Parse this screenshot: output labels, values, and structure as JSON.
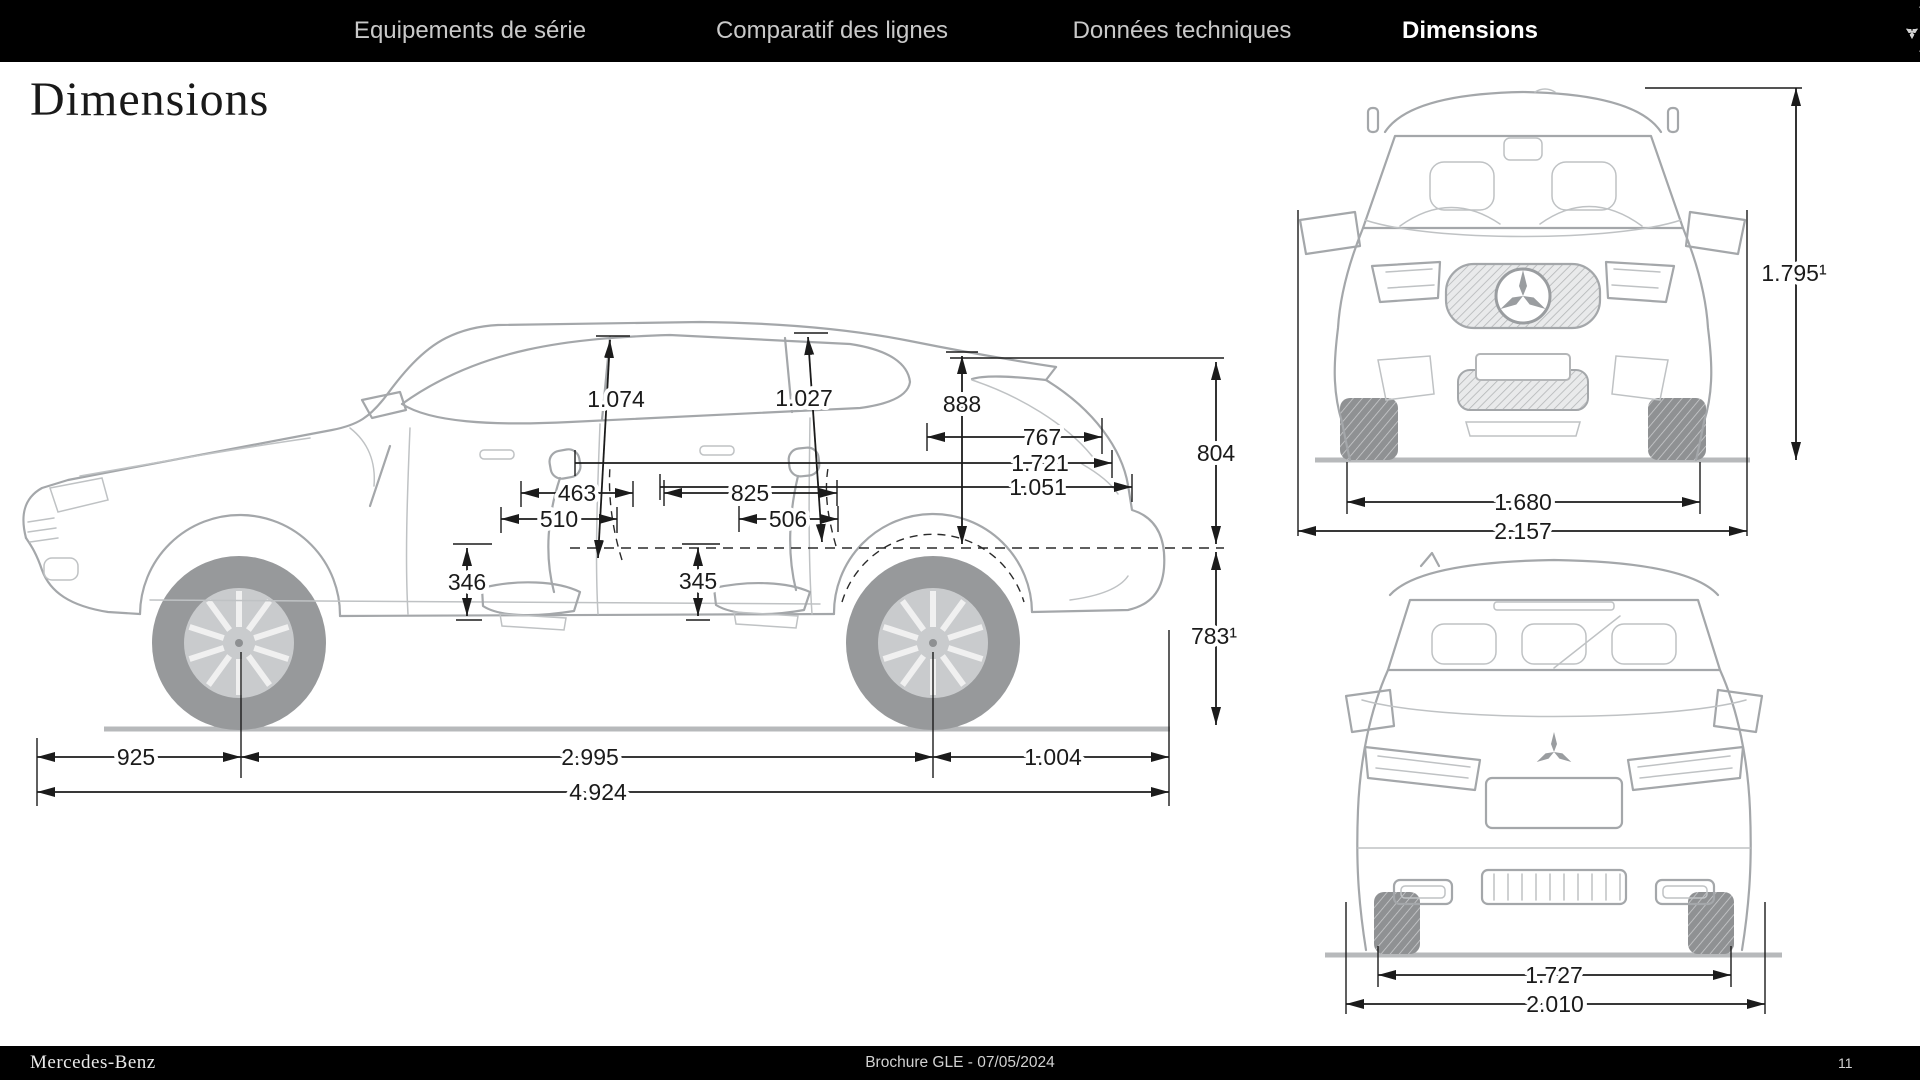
{
  "nav": {
    "items": [
      {
        "label": "Equipements de série",
        "active": false
      },
      {
        "label": "Comparatif des lignes",
        "active": false
      },
      {
        "label": "Données techniques",
        "active": false
      },
      {
        "label": "Dimensions",
        "active": true
      }
    ]
  },
  "page": {
    "title": "Dimensions"
  },
  "dimensions": {
    "side": {
      "headroom_front": "1.074",
      "headroom_rear": "1.027",
      "trunk_opening": "888",
      "load_floor_length": "767",
      "width_liftgate": "1.721",
      "width_between_arches": "1.051",
      "legroom_front": "463",
      "seat_depth_front": "510",
      "legroom_rear": "825",
      "seat_depth_rear": "506",
      "seat_height_front": "346",
      "seat_height_rear": "345",
      "opening_height": "804",
      "sill_height": "783¹",
      "overhang_front": "925",
      "wheelbase": "2.995",
      "overhang_rear": "1.004",
      "length": "4.924"
    },
    "front": {
      "height": "1.795¹",
      "track": "1.680",
      "width_total": "2.157"
    },
    "rear": {
      "track": "1.727",
      "width": "2.010"
    }
  },
  "footer": {
    "brand": "Mercedes-Benz",
    "document": "Brochure GLE - 07/05/2024",
    "page_number": "11"
  },
  "colors": {
    "nav_background": "#000000",
    "nav_text": "#c9c9c9",
    "nav_active_text": "#ffffff",
    "drawing_line": "#a4a7aa",
    "dimension_line": "#1b1b1b",
    "star_pattern": "#d2d2d2"
  }
}
